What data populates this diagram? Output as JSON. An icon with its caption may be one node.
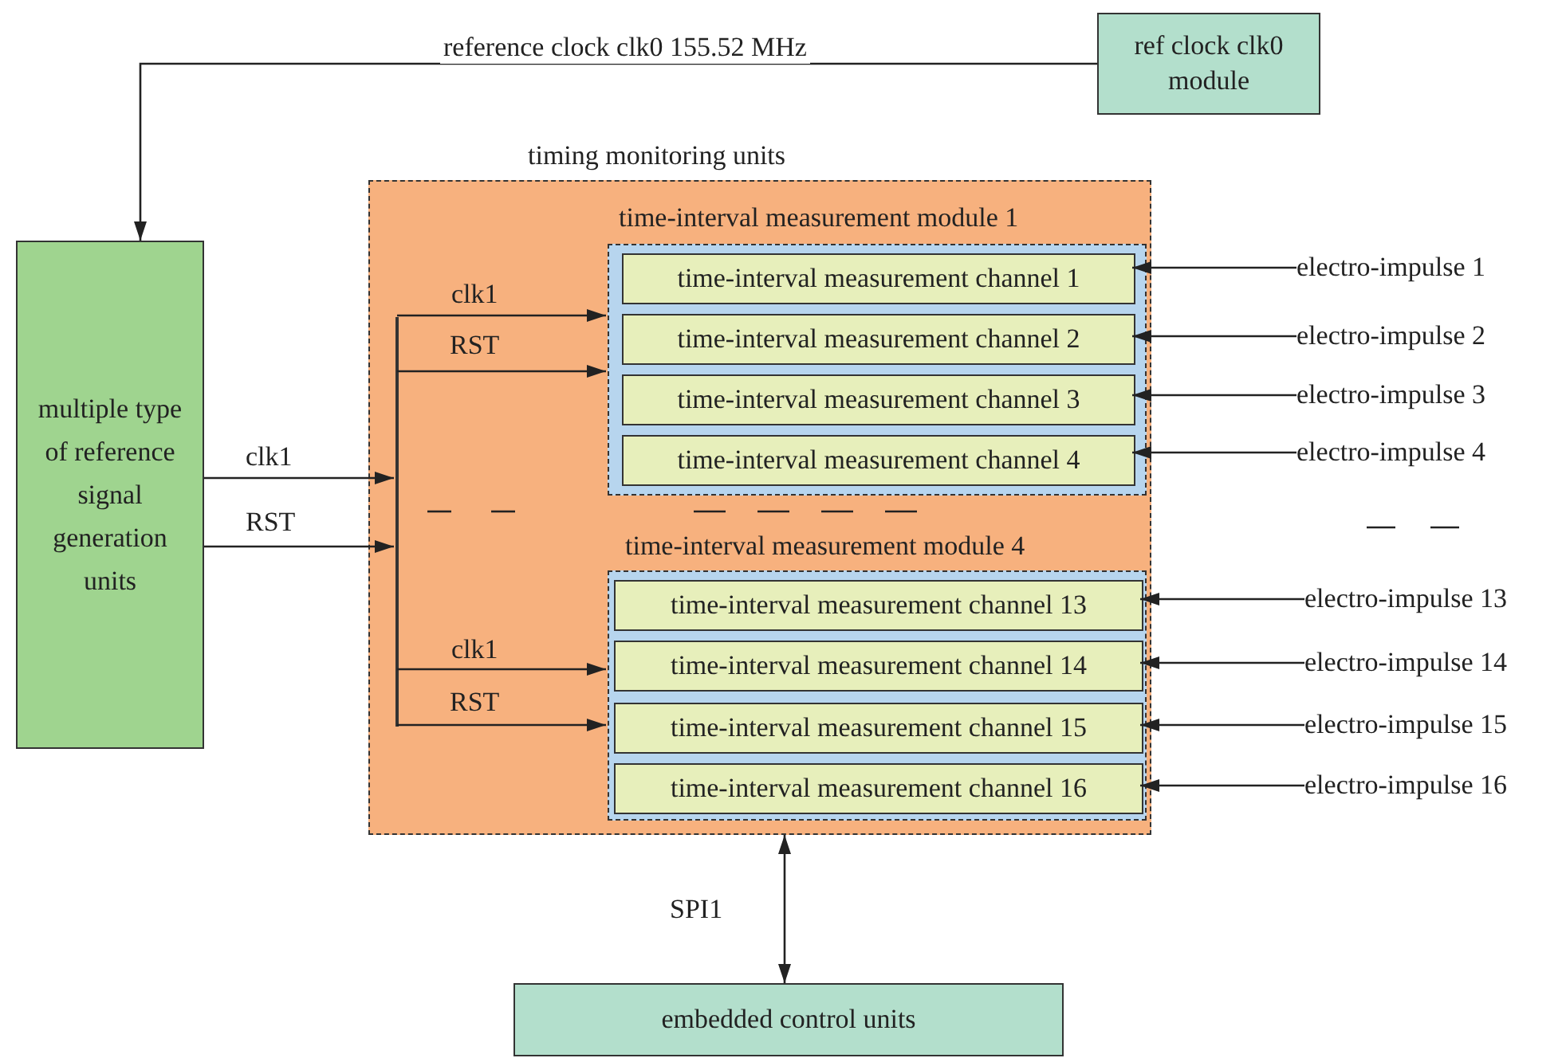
{
  "diagram": {
    "nodes": [
      {
        "text": [
          "ref clock clk0 module"
        ]
      },
      {
        "text": [
          "multiple type of reference signal generation units"
        ]
      },
      {
        "text": [
          "timing monitoring units"
        ]
      },
      {
        "text": [],
        "shape": "bar",
        "in": 2
      },
      {
        "text": [
          "time-interval measurement module 1"
        ],
        "in": 2
      },
      {
        "text": [
          "time-interval measurement channel 1"
        ],
        "in": 4
      },
      {
        "text": [
          "time-interval measurement channel 2"
        ],
        "in": 4
      },
      {
        "text": [
          "time-interval measurement channel 3"
        ],
        "in": 4
      },
      {
        "text": [
          "time-interval measurement channel 4"
        ],
        "in": 4
      },
      {
        "text": [
          "time-interval measurement module 4"
        ],
        "in": 2
      },
      {
        "text": [
          "time-interval measurement channel 13"
        ],
        "in": 9
      },
      {
        "text": [
          "time-interval measurement channel 14"
        ],
        "in": 9
      },
      {
        "text": [
          "time-interval measurement channel 15"
        ],
        "in": 9
      },
      {
        "text": [
          "time-interval measurement channel 16"
        ],
        "in": 9
      },
      {
        "text": [
          "embedded control units"
        ]
      },
      {
        "text": [
          "electro-impulse 1"
        ]
      },
      {
        "text": [
          "electro-impulse 2"
        ]
      },
      {
        "text": [
          "electro-impulse 3"
        ]
      },
      {
        "text": [
          "electro-impulse 4"
        ]
      },
      {
        "text": [
          "electro-impulse 13"
        ]
      },
      {
        "text": [
          "electro-impulse 14"
        ]
      },
      {
        "text": [
          "electro-impulse 15"
        ]
      },
      {
        "text": [
          "electro-impulse 16"
        ]
      }
    ],
    "edges": [
      {
        "from": 0,
        "to": 1,
        "arrow": "to",
        "label": "reference clock clk0 155.52 MHz"
      },
      {
        "from": 1,
        "to": 3,
        "arrow": "to",
        "label": "clk1"
      },
      {
        "from": 1,
        "to": 3,
        "arrow": "to",
        "label": "RST"
      },
      {
        "from": 3,
        "to": 4,
        "arrow": "to",
        "label": "clk1"
      },
      {
        "from": 3,
        "to": 4,
        "arrow": "to",
        "label": "RST"
      },
      {
        "from": 3,
        "to": 9,
        "arrow": "to",
        "label": "clk1"
      },
      {
        "from": 3,
        "to": 9,
        "arrow": "to",
        "label": "RST"
      },
      {
        "from": 2,
        "to": 14,
        "arrow": "both",
        "label": "SPI1"
      },
      {
        "from": 15,
        "to": 5,
        "arrow": "to"
      },
      {
        "from": 16,
        "to": 6,
        "arrow": "to"
      },
      {
        "from": 17,
        "to": 7,
        "arrow": "to"
      },
      {
        "from": 18,
        "to": 8,
        "arrow": "to"
      },
      {
        "from": 19,
        "to": 10,
        "arrow": "to"
      },
      {
        "from": 20,
        "to": 11,
        "arrow": "to"
      },
      {
        "from": 21,
        "to": 12,
        "arrow": "to"
      },
      {
        "from": 22,
        "to": 13,
        "arrow": "to"
      }
    ]
  }
}
